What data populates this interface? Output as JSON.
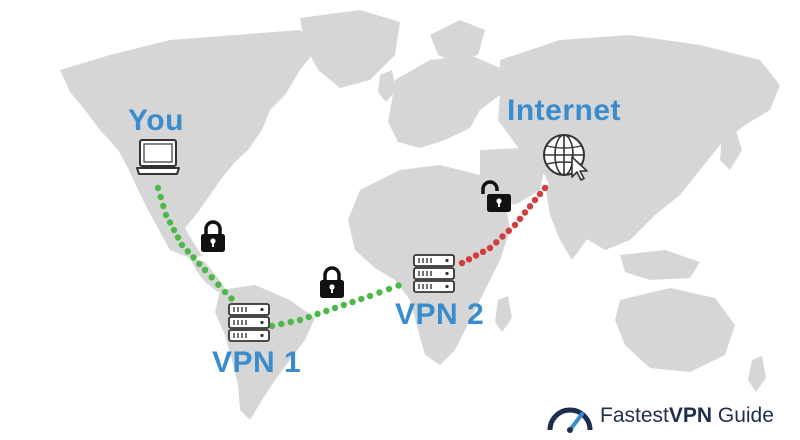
{
  "labels": {
    "you": "You",
    "internet": "Internet",
    "vpn1": "VPN 1",
    "vpn2": "VPN 2"
  },
  "brand": {
    "part1": "Fastest",
    "part2": "VPN",
    "part3": " Guide"
  },
  "icons": {
    "user": "laptop-icon",
    "internet": "globe-icon",
    "vpn1": "server-icon",
    "vpn2": "server-icon",
    "lock1": "padlock-closed-icon",
    "lock2": "padlock-closed-icon",
    "lock3": "padlock-open-icon"
  },
  "colors": {
    "map": "#d6d6d6",
    "label": "#3a8ccc",
    "secure_path": "#4cb848",
    "insecure_path": "#d13d3d",
    "brand_text": "#1e2f4d"
  }
}
